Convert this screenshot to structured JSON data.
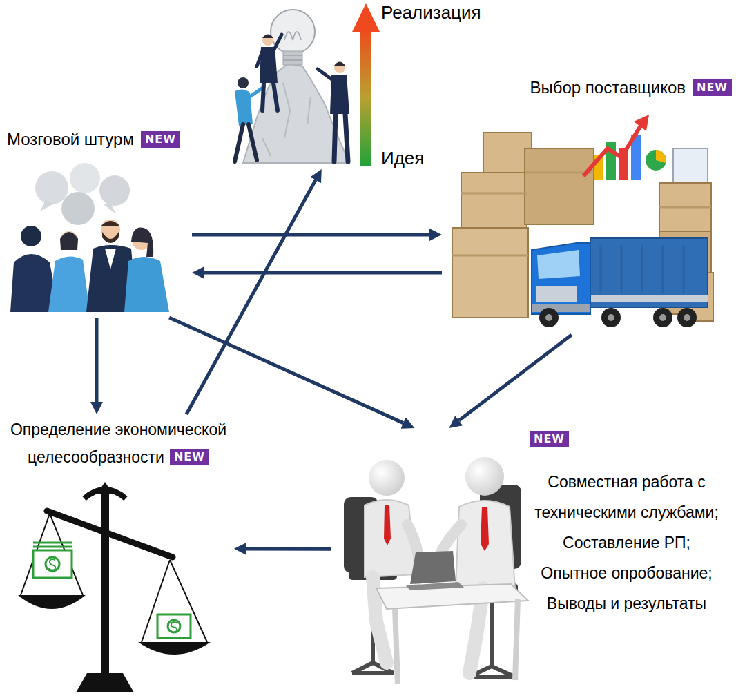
{
  "diagram": {
    "nodes": [
      {
        "text": [
          "Реализация",
          "Идея"
        ]
      },
      {
        "text": [
          "Мозговой штурм",
          "NEW"
        ]
      },
      {
        "text": [
          "Выбор поставщиков",
          "NEW"
        ]
      },
      {
        "text": [
          "Определение экономической целесообразности",
          "NEW"
        ]
      },
      {
        "text": [
          "NEW",
          "Совместная работа с техническими службами;",
          "Составление РП;",
          "Опытное опробование;",
          "Выводы и результаты"
        ]
      }
    ],
    "edges": [
      {
        "from": 1,
        "to": 2,
        "arrow": "to"
      },
      {
        "from": 2,
        "to": 1,
        "arrow": "to"
      },
      {
        "from": 1,
        "to": 3,
        "arrow": "to"
      },
      {
        "from": 1,
        "to": 4,
        "arrow": "to"
      },
      {
        "from": 2,
        "to": 4,
        "arrow": "to"
      },
      {
        "from": 4,
        "to": 3,
        "arrow": "to"
      },
      {
        "from": 3,
        "to": 0,
        "arrow": "to"
      }
    ]
  }
}
